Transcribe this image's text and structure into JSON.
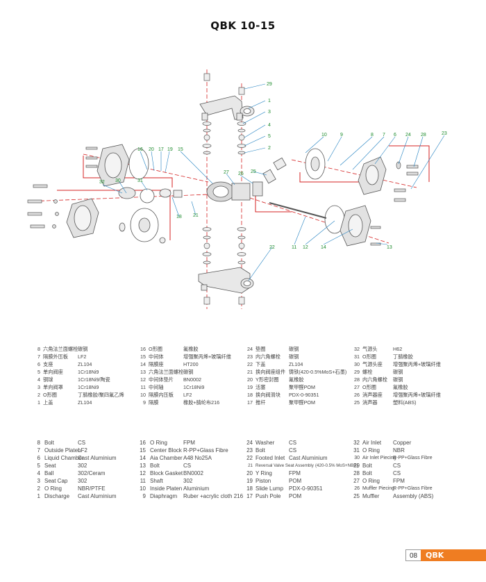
{
  "title": "QBK 10-15",
  "footer": {
    "page": "08",
    "brand": "QBK"
  },
  "callouts": [
    "29",
    "1",
    "3",
    "4",
    "5",
    "2",
    "10",
    "9",
    "8",
    "7",
    "6",
    "24",
    "28",
    "23",
    "16",
    "20",
    "17",
    "19",
    "15",
    "27",
    "26",
    "25",
    "32",
    "30",
    "31",
    "18",
    "21",
    "11",
    "12",
    "14",
    "13",
    "22"
  ],
  "parts_cn": [
    [
      {
        "no": "8",
        "name": "六角法兰面螺栓",
        "mat": "碳钢"
      },
      {
        "no": "7",
        "name": "隔膜外压板",
        "mat": "LF2"
      },
      {
        "no": "6",
        "name": "支座",
        "mat": "ZL104"
      },
      {
        "no": "5",
        "name": "单向阀座",
        "mat": "1Cr18Ni9"
      },
      {
        "no": "4",
        "name": "钢球",
        "mat": "1Cr18Ni9/陶瓷"
      },
      {
        "no": "3",
        "name": "单向阀罩",
        "mat": "1Cr18Ni9"
      },
      {
        "no": "2",
        "name": "O形圈",
        "mat": "丁腈橡胶/聚四氟乙烯"
      },
      {
        "no": "1",
        "name": "上盖",
        "mat": "ZL104"
      }
    ],
    [
      {
        "no": "16",
        "name": "O形圈",
        "mat": "氟橡胶"
      },
      {
        "no": "15",
        "name": "中间体",
        "mat": "增强聚丙烯+玻璃纤维"
      },
      {
        "no": "14",
        "name": "隔膜座",
        "mat": "HT200"
      },
      {
        "no": "13",
        "name": "六角法兰面螺栓",
        "mat": "碳钢"
      },
      {
        "no": "12",
        "name": "中间体垫片",
        "mat": "BN0002"
      },
      {
        "no": "11",
        "name": "中间轴",
        "mat": "1Cr18Ni9"
      },
      {
        "no": "10",
        "name": "隔膜内压板",
        "mat": "LF2"
      },
      {
        "no": "9",
        "name": "隔膜",
        "mat": "橡胶+腈纶布216"
      }
    ],
    [
      {
        "no": "24",
        "name": "垫圈",
        "mat": "碳钢"
      },
      {
        "no": "23",
        "name": "内六角螺栓",
        "mat": "碳钢"
      },
      {
        "no": "22",
        "name": "下盖",
        "mat": "ZL104"
      },
      {
        "no": "21",
        "name": "换向阀座组件",
        "mat": "铸铁(420-0.5%MoS+石墨)"
      },
      {
        "no": "20",
        "name": "Y形密封圈",
        "mat": "氟橡胶"
      },
      {
        "no": "19",
        "name": "活塞",
        "mat": "聚甲醛POM"
      },
      {
        "no": "18",
        "name": "换向阀滑块",
        "mat": "PDX-0-90351"
      },
      {
        "no": "17",
        "name": "推杆",
        "mat": "聚甲醛POM"
      }
    ],
    [
      {
        "no": "32",
        "name": "气源头",
        "mat": "H62"
      },
      {
        "no": "31",
        "name": "O形圈",
        "mat": "丁腈橡胶"
      },
      {
        "no": "30",
        "name": "气源头座",
        "mat": "增强聚丙烯+玻璃纤维"
      },
      {
        "no": "29",
        "name": "螺栓",
        "mat": "碳钢"
      },
      {
        "no": "28",
        "name": "内六角螺栓",
        "mat": "碳钢"
      },
      {
        "no": "27",
        "name": "O形圈",
        "mat": "氟橡胶"
      },
      {
        "no": "26",
        "name": "消声器座",
        "mat": "增强聚丙烯+玻璃纤维"
      },
      {
        "no": "25",
        "name": "消声器",
        "mat": "塑料(ABS)"
      }
    ]
  ],
  "parts_en": [
    [
      {
        "no": "8",
        "name": "Bolt",
        "mat": "CS"
      },
      {
        "no": "7",
        "name": "Outside Platen",
        "mat": "LF2"
      },
      {
        "no": "6",
        "name": "Liquid Chamber",
        "mat": "Cast Aluminium"
      },
      {
        "no": "5",
        "name": "Seat",
        "mat": "302"
      },
      {
        "no": "4",
        "name": "Ball",
        "mat": "302/Ceram"
      },
      {
        "no": "3",
        "name": "Seat Cap",
        "mat": "302"
      },
      {
        "no": "2",
        "name": "O Ring",
        "mat": "NBR/PTFE"
      },
      {
        "no": "1",
        "name": "Discharge",
        "mat": "Cast Aluminium"
      }
    ],
    [
      {
        "no": "16",
        "name": "O Ring",
        "mat": "FPM"
      },
      {
        "no": "15",
        "name": "Center Block",
        "mat": "R-PP+Glass Fibre"
      },
      {
        "no": "14",
        "name": "Aia Chamber",
        "mat": "A48 No25A"
      },
      {
        "no": "13",
        "name": "Bolt",
        "mat": "CS"
      },
      {
        "no": "12",
        "name": "Block Gasket",
        "mat": "BN0002"
      },
      {
        "no": "11",
        "name": "Shaft",
        "mat": "302"
      },
      {
        "no": "10",
        "name": "Inside Platen",
        "mat": "Aluminium"
      },
      {
        "no": "9",
        "name": "Diaphragm",
        "mat": "Ruber +acrylic cloth 216"
      }
    ],
    [
      {
        "no": "24",
        "name": "Washer",
        "mat": "CS"
      },
      {
        "no": "23",
        "name": "Bolt",
        "mat": "CS"
      },
      {
        "no": "22",
        "name": "Footed Inlet",
        "mat": "Cast Aluminium"
      },
      {
        "no": "21",
        "name": "Reversal Valve Seat Assembly",
        "mat": "(420-0.5% MoS+NBR)"
      },
      {
        "no": "20",
        "name": "Y Ring",
        "mat": "FPM"
      },
      {
        "no": "19",
        "name": "Piston",
        "mat": "POM"
      },
      {
        "no": "18",
        "name": "Slide Lump",
        "mat": "PDX-0-90351"
      },
      {
        "no": "17",
        "name": "Push Pole",
        "mat": "POM"
      }
    ],
    [
      {
        "no": "32",
        "name": "Air Inlet",
        "mat": "Copper"
      },
      {
        "no": "31",
        "name": "O Ring",
        "mat": "NBR"
      },
      {
        "no": "30",
        "name": "Air Inlet Piecing",
        "mat": "R-PP+Glass Fibre"
      },
      {
        "no": "29",
        "name": "Bolt",
        "mat": "CS"
      },
      {
        "no": "28",
        "name": "Bolt",
        "mat": "CS"
      },
      {
        "no": "27",
        "name": "O Ring",
        "mat": "FPM"
      },
      {
        "no": "26",
        "name": "Muffler Piecing",
        "mat": "R-PP+Glass Fibre"
      },
      {
        "no": "25",
        "name": "Muffler",
        "mat": "Assembly (ABS)"
      }
    ]
  ],
  "colors": {
    "accent": "#ef7d22",
    "callout": "#1a8a2a",
    "leader": "#1e7fc0",
    "axis": "#d42020"
  }
}
